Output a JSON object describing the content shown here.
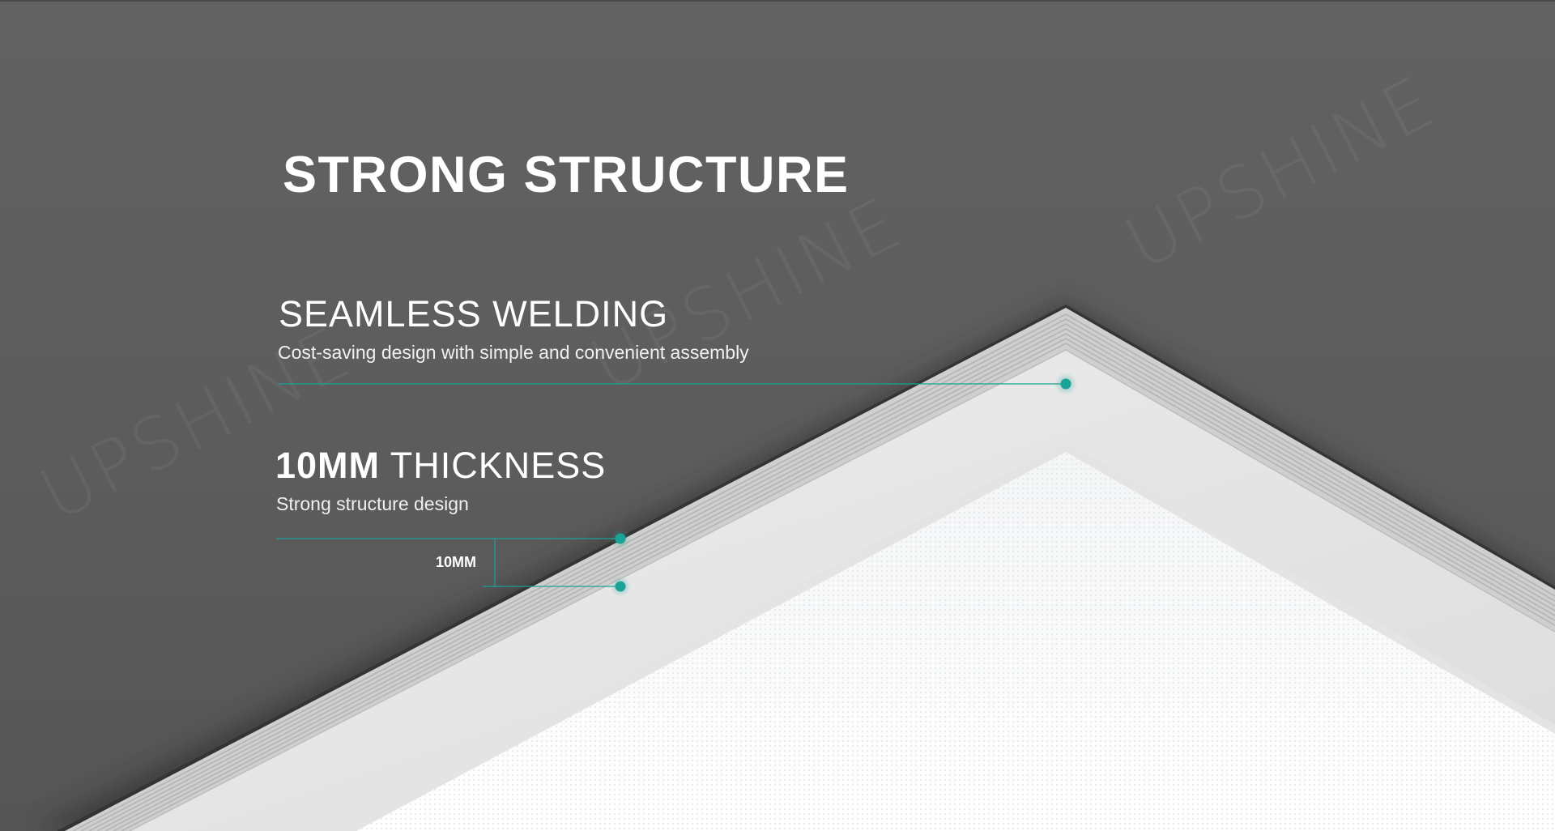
{
  "page": {
    "title": "STRONG STRUCTURE"
  },
  "features": [
    {
      "heading": "SEAMLESS WELDING",
      "description": "Cost-saving design with simple and convenient assembly"
    },
    {
      "heading_bold": "10MM",
      "heading_rest": " THICKNESS",
      "description": "Strong structure design",
      "dimension_label": "10MM"
    }
  ],
  "watermark": {
    "text": "UPSHINE"
  },
  "colors": {
    "background": "#5f5f5f",
    "accent": "#1aa396",
    "text": "#ffffff",
    "panel": "#f2f2f2"
  },
  "icons": {
    "marker": "teal-dot-marker",
    "watermark_logo": "upshine-logo"
  }
}
